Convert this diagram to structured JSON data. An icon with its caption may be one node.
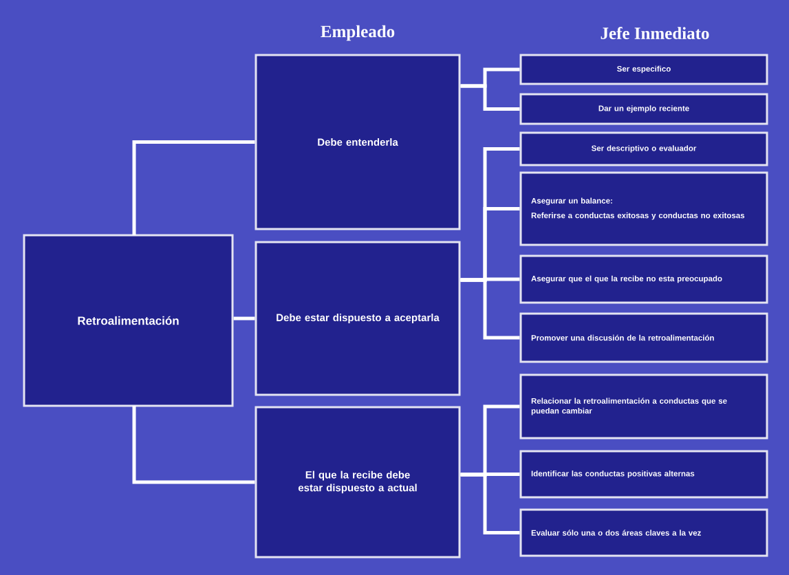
{
  "diagram": {
    "nodes": [
      {
        "text": [
          "Retroalimentación"
        ]
      },
      {
        "text": [
          "Debe entenderla"
        ]
      },
      {
        "text": [
          "Debe estar dispuesto a aceptarla"
        ]
      },
      {
        "text": [
          "El que la recibe debe estar dispuesto a actual"
        ]
      },
      {
        "text": [
          "Ser especifico"
        ]
      },
      {
        "text": [
          "Dar un ejemplo reciente"
        ]
      },
      {
        "text": [
          "Ser descriptivo o evaluador"
        ]
      },
      {
        "text": [
          "Asegurar un balance:",
          "Referirse a conductas exitosas y conductas no exitosas"
        ]
      },
      {
        "text": [
          "Asegurar que el que la recibe no esta preocupado"
        ]
      },
      {
        "text": [
          "Promover una discusión de la retroalimentación"
        ]
      },
      {
        "text": [
          "Relacionar la retroalimentación a conductas que se puedan cambiar"
        ]
      },
      {
        "text": [
          "Identificar las conductas positivas alternas"
        ]
      },
      {
        "text": [
          "Evaluar sólo una o dos áreas claves a la vez"
        ]
      }
    ],
    "edges": [
      {
        "from": 0,
        "to": 1,
        "arrow": "none"
      },
      {
        "from": 0,
        "to": 2,
        "arrow": "none"
      },
      {
        "from": 0,
        "to": 3,
        "arrow": "none"
      },
      {
        "from": 1,
        "to": 4,
        "arrow": "none"
      },
      {
        "from": 1,
        "to": 5,
        "arrow": "none"
      },
      {
        "from": 2,
        "to": 6,
        "arrow": "none"
      },
      {
        "from": 2,
        "to": 7,
        "arrow": "none"
      },
      {
        "from": 2,
        "to": 8,
        "arrow": "none"
      },
      {
        "from": 2,
        "to": 9,
        "arrow": "none"
      },
      {
        "from": 3,
        "to": 10,
        "arrow": "none"
      },
      {
        "from": 3,
        "to": 11,
        "arrow": "none"
      },
      {
        "from": 3,
        "to": 12,
        "arrow": "none"
      }
    ],
    "labels": [
      "Empleado",
      "Jefe Inmediato"
    ]
  }
}
